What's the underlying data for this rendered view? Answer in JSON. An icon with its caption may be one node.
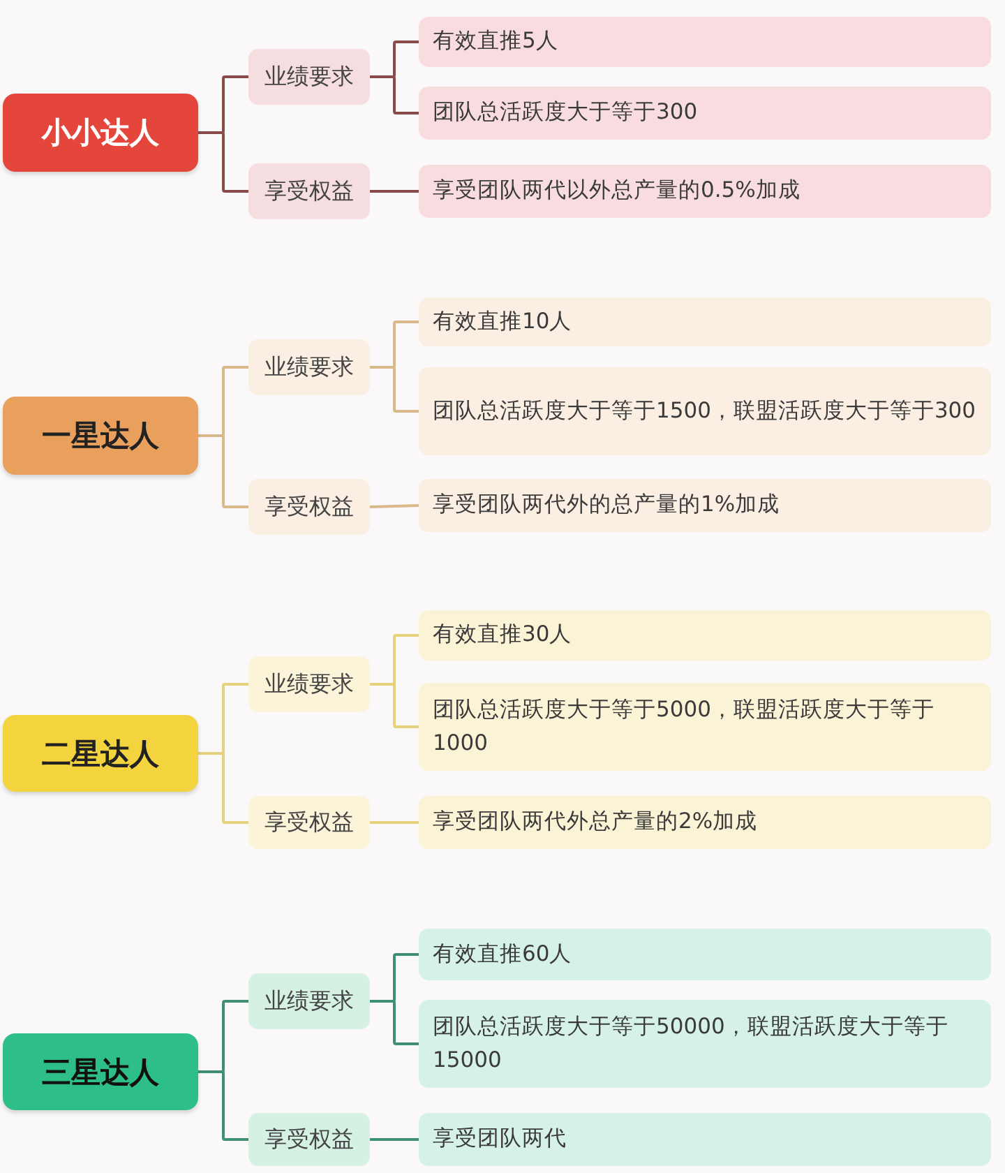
{
  "diagram": {
    "nodes": [
      {
        "text": [
          "小小达人"
        ]
      },
      {
        "text": [
          "业绩要求"
        ]
      },
      {
        "text": [
          "有效直推5人"
        ]
      },
      {
        "text": [
          "团队总活跃度大于等于300"
        ]
      },
      {
        "text": [
          "享受权益"
        ]
      },
      {
        "text": [
          "享受团队两代以外总产量的0.5%加成"
        ]
      },
      {
        "text": [
          "一星达人"
        ]
      },
      {
        "text": [
          "业绩要求"
        ]
      },
      {
        "text": [
          "有效直推10人"
        ]
      },
      {
        "text": [
          "团队总活跃度大于等于1500，联盟活跃度大于等于300"
        ]
      },
      {
        "text": [
          "享受权益"
        ]
      },
      {
        "text": [
          "享受团队两代外的总产量的1%加成"
        ]
      },
      {
        "text": [
          "二星达人"
        ]
      },
      {
        "text": [
          "业绩要求"
        ]
      },
      {
        "text": [
          "有效直推30人"
        ]
      },
      {
        "text": [
          "团队总活跃度大于等于5000，联盟活跃度大于等于1000"
        ]
      },
      {
        "text": [
          "享受权益"
        ]
      },
      {
        "text": [
          "享受团队两代外总产量的2%加成"
        ]
      },
      {
        "text": [
          "三星达人"
        ]
      },
      {
        "text": [
          "业绩要求"
        ]
      },
      {
        "text": [
          "有效直推60人"
        ]
      },
      {
        "text": [
          "团队总活跃度大于等于50000，联盟活跃度大于等于15000"
        ]
      },
      {
        "text": [
          "享受权益"
        ]
      },
      {
        "text": [
          "享受团队两代"
        ]
      }
    ],
    "edges": [
      {
        "from": 0,
        "to": 1,
        "arrow": "none",
        "color": "#8a4a4a"
      },
      {
        "from": 0,
        "to": 4,
        "arrow": "none",
        "color": "#8a4a4a"
      },
      {
        "from": 1,
        "to": 2,
        "arrow": "none",
        "color": "#8a4a4a"
      },
      {
        "from": 1,
        "to": 3,
        "arrow": "none",
        "color": "#8a4a4a"
      },
      {
        "from": 4,
        "to": 5,
        "arrow": "none",
        "color": "#8a4a4a"
      },
      {
        "from": 6,
        "to": 7,
        "arrow": "none",
        "color": "#d9b98a"
      },
      {
        "from": 6,
        "to": 10,
        "arrow": "none",
        "color": "#d9b98a"
      },
      {
        "from": 7,
        "to": 8,
        "arrow": "none",
        "color": "#d9b98a"
      },
      {
        "from": 7,
        "to": 9,
        "arrow": "none",
        "color": "#d9b98a"
      },
      {
        "from": 10,
        "to": 11,
        "arrow": "none",
        "color": "#d9b98a"
      },
      {
        "from": 12,
        "to": 13,
        "arrow": "none",
        "color": "#e6d27a"
      },
      {
        "from": 12,
        "to": 16,
        "arrow": "none",
        "color": "#e6d27a"
      },
      {
        "from": 13,
        "to": 14,
        "arrow": "none",
        "color": "#e6d27a"
      },
      {
        "from": 13,
        "to": 15,
        "arrow": "none",
        "color": "#e6d27a"
      },
      {
        "from": 16,
        "to": 17,
        "arrow": "none",
        "color": "#e6d27a"
      },
      {
        "from": 18,
        "to": 19,
        "arrow": "none",
        "color": "#3f8f76"
      },
      {
        "from": 18,
        "to": 22,
        "arrow": "none",
        "color": "#3f8f76"
      },
      {
        "from": 19,
        "to": 20,
        "arrow": "none",
        "color": "#3f8f76"
      },
      {
        "from": 19,
        "to": 21,
        "arrow": "none",
        "color": "#3f8f76"
      },
      {
        "from": 22,
        "to": 23,
        "arrow": "none",
        "color": "#3f8f76"
      }
    ]
  }
}
